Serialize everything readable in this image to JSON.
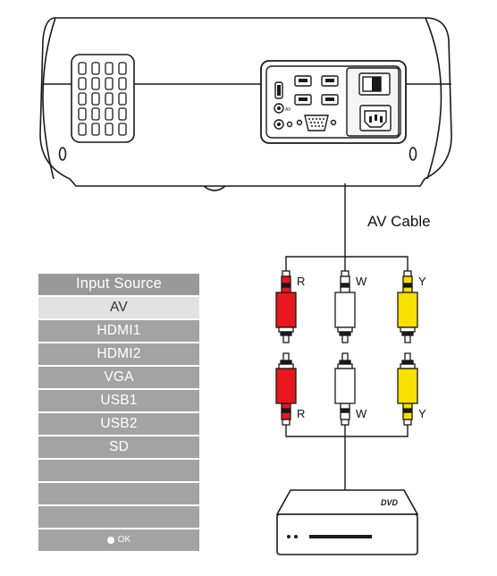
{
  "av_cable_label": "AV Cable",
  "plugs_top": [
    {
      "letter": "R",
      "color": "#e8161d"
    },
    {
      "letter": "W",
      "color": "#ffffff"
    },
    {
      "letter": "Y",
      "color": "#f8e000"
    }
  ],
  "plugs_bottom": [
    {
      "letter": "R",
      "color": "#e8161d"
    },
    {
      "letter": "W",
      "color": "#ffffff"
    },
    {
      "letter": "Y",
      "color": "#f8e000"
    }
  ],
  "projector_panel": {
    "av_port_label": "AV"
  },
  "dvd_player": {
    "logo": "DVD"
  },
  "menu": {
    "title": "Input Source",
    "items": [
      "AV",
      "HDMI1",
      "HDMI2",
      "VGA",
      "USB1",
      "USB2",
      "SD",
      "",
      "",
      ""
    ],
    "selected_index": 0,
    "footer": "OK"
  },
  "colors": {
    "menu_bg": "#a3a3a3",
    "menu_selected": "#e2e2e2",
    "line": "#1a1a1a"
  }
}
